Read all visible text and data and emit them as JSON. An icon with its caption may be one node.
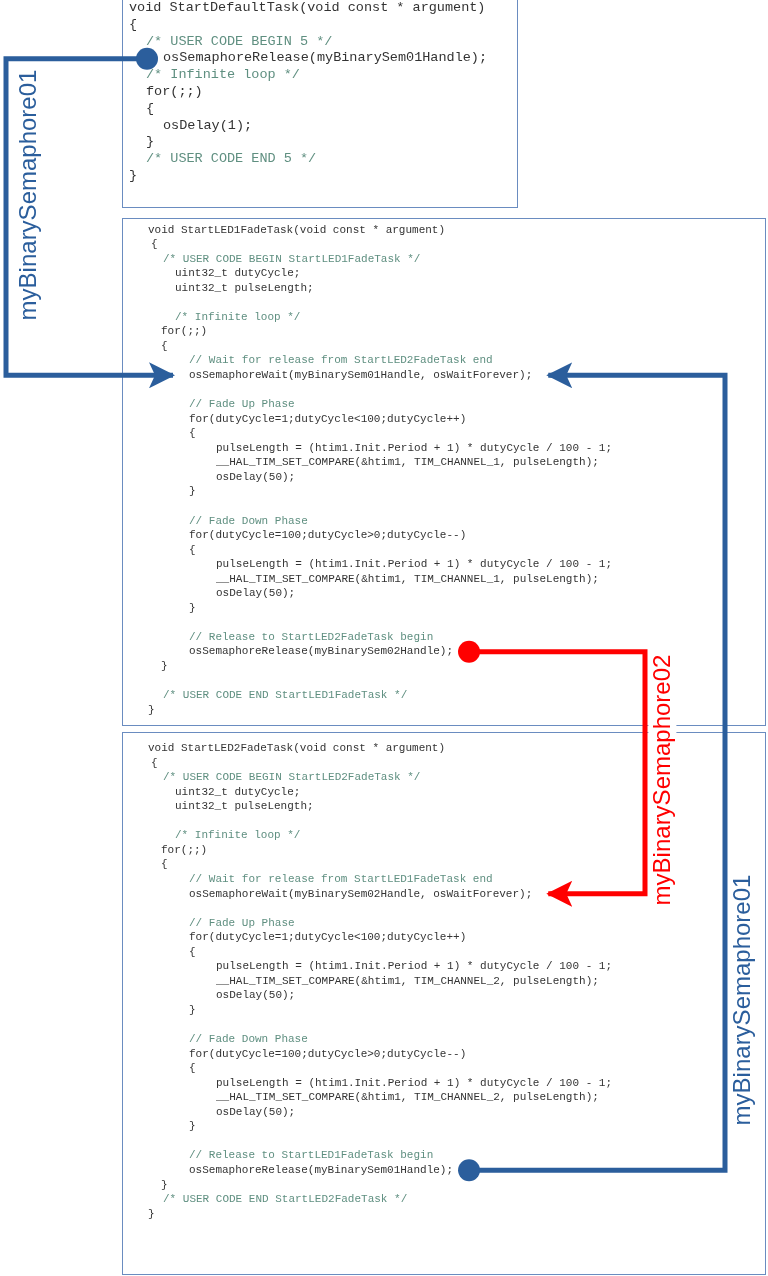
{
  "diagram": {
    "nodes": [
      {
        "text": [
          "void StartDefaultTask(void const * argument)",
          "{",
          "/* USER CODE BEGIN 5 */",
          "/* Infinite loop */",
          "for(;;)",
          "{",
          "osDelay(1);",
          "}",
          "/* USER CODE END 5 */",
          "}"
        ]
      },
      {
        "text": [
          "osSemaphoreRelease(myBinarySem01Handle);"
        ],
        "in": 0
      },
      {
        "text": [
          "void StartLED1FadeTask(void const * argument)",
          "{",
          "/* USER CODE BEGIN StartLED1FadeTask */",
          "uint32_t dutyCycle;",
          "uint32_t pulseLength;",
          "/* Infinite loop */",
          "for(;;)",
          "{",
          "// Wait for release from StartLED2FadeTask end",
          "// Fade Up Phase",
          "for(dutyCycle=1;dutyCycle<100;dutyCycle++)",
          "{",
          "pulseLength = (htim1.Init.Period + 1) * dutyCycle / 100 - 1;",
          "__HAL_TIM_SET_COMPARE(&htim1, TIM_CHANNEL_1, pulseLength);",
          "osDelay(50);",
          "}",
          "// Fade Down Phase",
          "for(dutyCycle=100;dutyCycle>0;dutyCycle--)",
          "{",
          "pulseLength = (htim1.Init.Period + 1) * dutyCycle / 100 - 1;",
          "__HAL_TIM_SET_COMPARE(&htim1, TIM_CHANNEL_1, pulseLength);",
          "osDelay(50);",
          "}",
          "// Release to StartLED2FadeTask begin",
          "}",
          "/* USER CODE END StartLED1FadeTask */",
          "}"
        ]
      },
      {
        "text": [
          "osSemaphoreWait(myBinarySem01Handle, osWaitForever);"
        ],
        "in": 2
      },
      {
        "text": [
          "osSemaphoreRelease(myBinarySem02Handle);"
        ],
        "in": 2
      },
      {
        "text": [
          "void StartLED2FadeTask(void const * argument)",
          "{",
          "/* USER CODE BEGIN StartLED2FadeTask */",
          "uint32_t dutyCycle;",
          "uint32_t pulseLength;",
          "/* Infinite loop */",
          "for(;;)",
          "{",
          "// Wait for release from StartLED1FadeTask end",
          "// Fade Up Phase",
          "for(dutyCycle=1;dutyCycle<100;dutyCycle++)",
          "{",
          "pulseLength = (htim1.Init.Period + 1) * dutyCycle / 100 - 1;",
          "__HAL_TIM_SET_COMPARE(&htim1, TIM_CHANNEL_2, pulseLength);",
          "osDelay(50);",
          "}",
          "// Fade Down Phase",
          "for(dutyCycle=100;dutyCycle>0;dutyCycle--)",
          "{",
          "pulseLength = (htim1.Init.Period + 1) * dutyCycle / 100 - 1;",
          "__HAL_TIM_SET_COMPARE(&htim1, TIM_CHANNEL_2, pulseLength);",
          "osDelay(50);",
          "}",
          "// Release to StartLED1FadeTask begin",
          "}",
          "/* USER CODE END StartLED2FadeTask */",
          "}"
        ]
      },
      {
        "text": [
          "osSemaphoreWait(myBinarySem02Handle, osWaitForever);"
        ],
        "in": 5
      },
      {
        "text": [
          "osSemaphoreRelease(myBinarySem01Handle);"
        ],
        "in": 5
      }
    ],
    "edges": [
      {
        "from": 1,
        "to": 3,
        "arrow": "to",
        "label": "myBinarySemaphore01"
      },
      {
        "from": 4,
        "to": 6,
        "arrow": "to",
        "label": "myBinarySemaphore02",
        "color": "#ff0000"
      },
      {
        "from": 7,
        "to": 3,
        "arrow": "to",
        "label": "myBinarySemaphore01"
      }
    ]
  }
}
